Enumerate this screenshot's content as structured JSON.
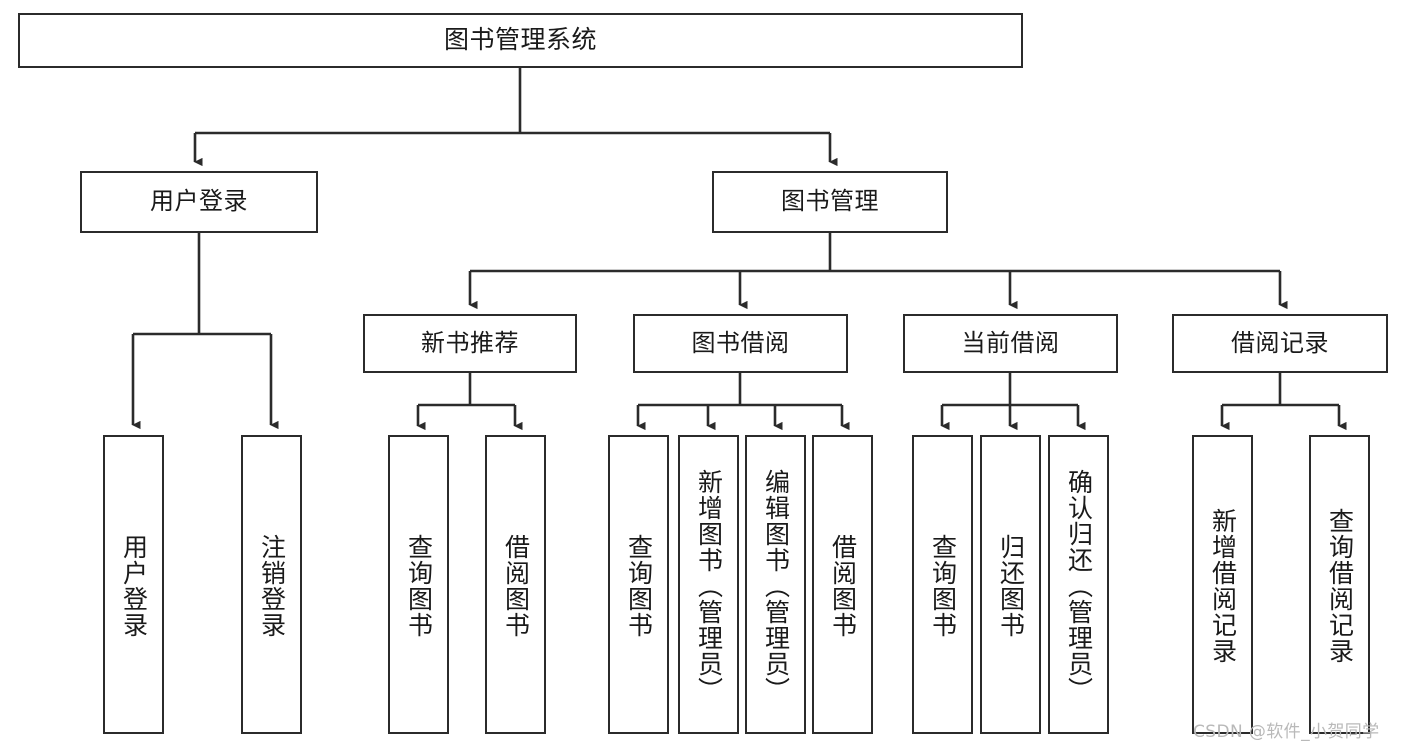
{
  "diagram": {
    "title": "图书管理系统",
    "type": "tree-hierarchy",
    "background_color": "#ffffff",
    "line_color": "#2b2b2b",
    "text_color": "#1a1a1a"
  },
  "nodes": {
    "root": {
      "label": "图书管理系统"
    },
    "level2": [
      {
        "label": "用户登录"
      },
      {
        "label": "图书管理"
      }
    ],
    "level3": [
      {
        "label": "新书推荐"
      },
      {
        "label": "图书借阅"
      },
      {
        "label": "当前借阅"
      },
      {
        "label": "借阅记录"
      }
    ],
    "leaves": {
      "user_login": [
        {
          "label": "用户登录"
        },
        {
          "label": "注销登录"
        }
      ],
      "new_book_recommend": [
        {
          "label": "查询图书"
        },
        {
          "label": "借阅图书"
        }
      ],
      "book_borrow": [
        {
          "label": "查询图书"
        },
        {
          "label": "新增图书（管理员）"
        },
        {
          "label": "编辑图书（管理员）"
        },
        {
          "label": "借阅图书"
        }
      ],
      "current_borrow": [
        {
          "label": "查询图书"
        },
        {
          "label": "归还图书"
        },
        {
          "label": "确认归还（管理员）"
        }
      ],
      "borrow_record": [
        {
          "label": "新增借阅记录"
        },
        {
          "label": "查询借阅记录"
        }
      ]
    }
  },
  "watermark": {
    "text": "CSDN @软件_小贺同学"
  }
}
